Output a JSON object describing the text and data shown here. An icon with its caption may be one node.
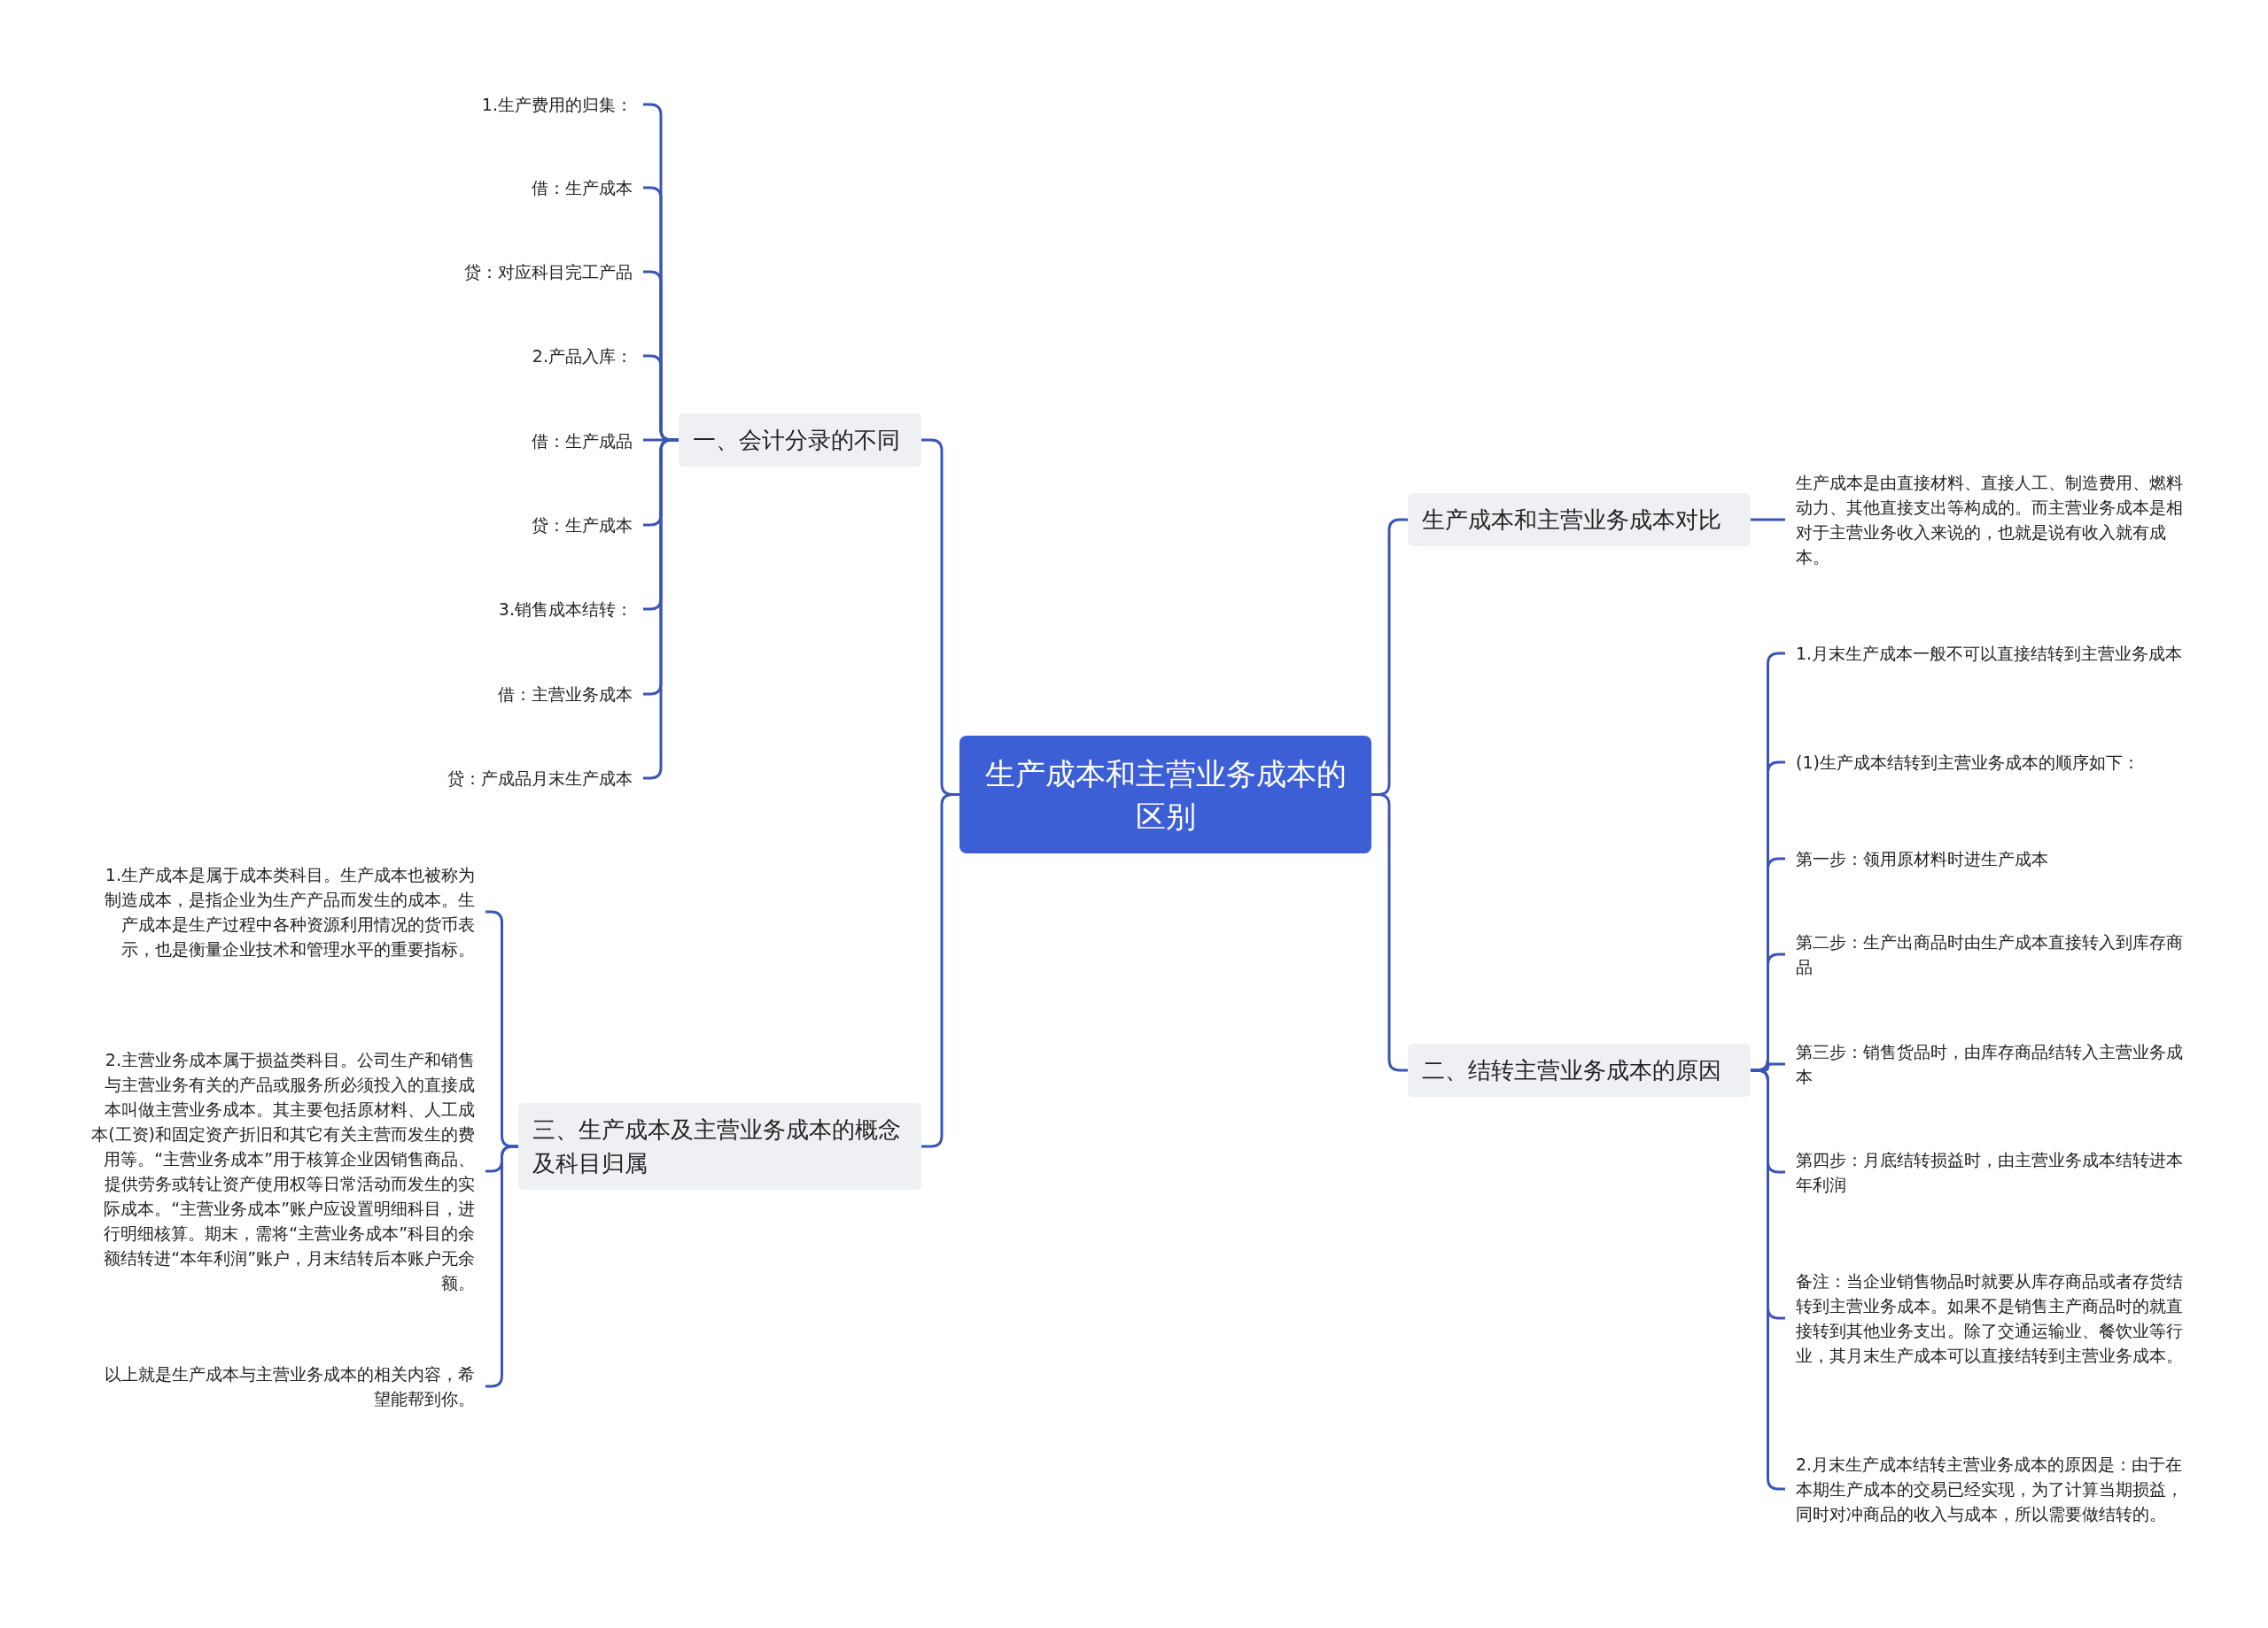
{
  "diagram": {
    "nodes": [
      {
        "text": [
          "生产成本和主营业务成本的区别"
        ]
      },
      {
        "text": [
          "一、会计分录的不同"
        ]
      },
      {
        "text": [
          "1.生产费用的归集："
        ]
      },
      {
        "text": [
          "借：生产成本"
        ]
      },
      {
        "text": [
          "贷：对应科目完工产品"
        ]
      },
      {
        "text": [
          "2.产品入库："
        ]
      },
      {
        "text": [
          "借：生产成品"
        ]
      },
      {
        "text": [
          "贷：生产成本"
        ]
      },
      {
        "text": [
          "3.销售成本结转："
        ]
      },
      {
        "text": [
          "借：主营业务成本"
        ]
      },
      {
        "text": [
          "贷：产成品月末生产成本"
        ]
      },
      {
        "text": [
          "三、生产成本及主营业务成本的概念及科目归属"
        ]
      },
      {
        "text": [
          "1.生产成本是属于成本类科目。生产成本也被称为制造成本，是指企业为生产产品而发生的成本。生产成本是生产过程中各种资源利用情况的货币表示，也是衡量企业技术和管理水平的重要指标。"
        ]
      },
      {
        "text": [
          "2.主营业务成本属于损益类科目。公司生产和销售与主营业务有关的产品或服务所必须投入的直接成本叫做主营业务成本。其主要包括原材料、人工成本(工资)和固定资产折旧和其它有关主营而发生的费用等。“主营业务成本”用于核算企业因销售商品、提供劳务或转让资产使用权等日常活动而发生的实际成本。“主营业务成本”账户应设置明细科目，进行明细核算。期末，需将“主营业务成本”科目的余额结转进“本年利润”账户，月末结转后本账户无余额。"
        ]
      },
      {
        "text": [
          "以上就是生产成本与主营业务成本的相关内容，希望能帮到你。"
        ]
      },
      {
        "text": [
          "生产成本和主营业务成本对比"
        ]
      },
      {
        "text": [
          "生产成本是由直接材料、直接人工、制造费用、燃料动力、其他直接支出等构成的。而主营业务成本是相对于主营业务收入来说的，也就是说有收入就有成本。"
        ]
      },
      {
        "text": [
          "二、结转主营业务成本的原因"
        ]
      },
      {
        "text": [
          "1.月末生产成本一般不可以直接结转到主营业务成本"
        ]
      },
      {
        "text": [
          "(1)生产成本结转到主营业务成本的顺序如下："
        ]
      },
      {
        "text": [
          "第一步：领用原材料时进生产成本"
        ]
      },
      {
        "text": [
          "第二步：生产出商品时由生产成本直接转入到库存商品"
        ]
      },
      {
        "text": [
          "第三步：销售货品时，由库存商品结转入主营业务成本"
        ]
      },
      {
        "text": [
          "第四步：月底结转损益时，由主营业务成本结转进本年利润"
        ]
      },
      {
        "text": [
          "备注：当企业销售物品时就要从库存商品或者存货结转到主营业务成本。如果不是销售主产商品时的就直接转到其他业务支出。除了交通运输业、餐饮业等行业，其月末生产成本可以直接结转到主营业务成本。"
        ]
      },
      {
        "text": [
          "2.月末生产成本结转主营业务成本的原因是：由于在本期生产成本的交易已经实现，为了计算当期损益，同时对冲商品的收入与成本，所以需要做结转的。"
        ]
      }
    ],
    "edges": [
      {
        "from": 0,
        "to": 1,
        "arrow": "none"
      },
      {
        "from": 1,
        "to": 2,
        "arrow": "none"
      },
      {
        "from": 1,
        "to": 3,
        "arrow": "none"
      },
      {
        "from": 1,
        "to": 4,
        "arrow": "none"
      },
      {
        "from": 1,
        "to": 5,
        "arrow": "none"
      },
      {
        "from": 1,
        "to": 6,
        "arrow": "none"
      },
      {
        "from": 1,
        "to": 7,
        "arrow": "none"
      },
      {
        "from": 1,
        "to": 8,
        "arrow": "none"
      },
      {
        "from": 1,
        "to": 9,
        "arrow": "none"
      },
      {
        "from": 1,
        "to": 10,
        "arrow": "none"
      },
      {
        "from": 0,
        "to": 11,
        "arrow": "none"
      },
      {
        "from": 11,
        "to": 12,
        "arrow": "none"
      },
      {
        "from": 11,
        "to": 13,
        "arrow": "none"
      },
      {
        "from": 11,
        "to": 14,
        "arrow": "none"
      },
      {
        "from": 0,
        "to": 15,
        "arrow": "none"
      },
      {
        "from": 15,
        "to": 16,
        "arrow": "none"
      },
      {
        "from": 0,
        "to": 17,
        "arrow": "none"
      },
      {
        "from": 17,
        "to": 18,
        "arrow": "none"
      },
      {
        "from": 17,
        "to": 19,
        "arrow": "none"
      },
      {
        "from": 17,
        "to": 20,
        "arrow": "none"
      },
      {
        "from": 17,
        "to": 21,
        "arrow": "none"
      },
      {
        "from": 17,
        "to": 22,
        "arrow": "none"
      },
      {
        "from": 17,
        "to": 23,
        "arrow": "none"
      },
      {
        "from": 17,
        "to": 24,
        "arrow": "none"
      },
      {
        "from": 17,
        "to": 25,
        "arrow": "none"
      }
    ]
  }
}
